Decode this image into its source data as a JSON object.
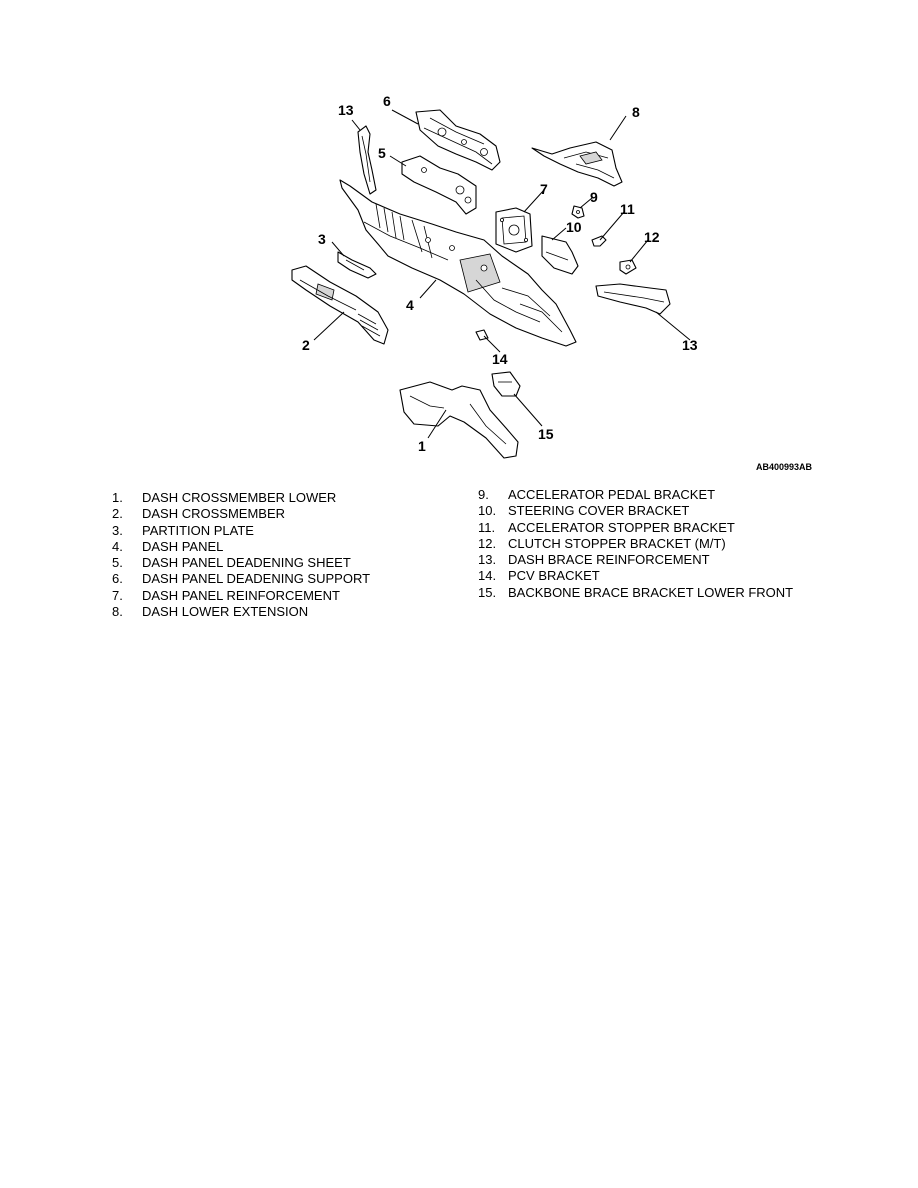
{
  "figure": {
    "id": "AB400993AB",
    "callouts": [
      "13",
      "6",
      "8",
      "5",
      "7",
      "9",
      "11",
      "10",
      "3",
      "12",
      "4",
      "2",
      "13",
      "14",
      "15",
      "1"
    ]
  },
  "legend_left": [
    {
      "num": "1.",
      "label": "DASH CROSSMEMBER LOWER"
    },
    {
      "num": "2.",
      "label": "DASH CROSSMEMBER"
    },
    {
      "num": "3.",
      "label": "PARTITION PLATE"
    },
    {
      "num": "4.",
      "label": "DASH PANEL"
    },
    {
      "num": "5.",
      "label": "DASH PANEL DEADENING SHEET"
    },
    {
      "num": "6.",
      "label": "DASH PANEL DEADENING SUPPORT"
    },
    {
      "num": "7.",
      "label": "DASH PANEL REINFORCEMENT"
    },
    {
      "num": "8.",
      "label": "DASH LOWER EXTENSION"
    }
  ],
  "legend_right": [
    {
      "num": "9.",
      "label": "ACCELERATOR PEDAL BRACKET"
    },
    {
      "num": "10.",
      "label": "STEERING COVER BRACKET"
    },
    {
      "num": "11.",
      "label": "ACCELERATOR STOPPER BRACKET"
    },
    {
      "num": "12.",
      "label": "CLUTCH STOPPER BRACKET (M/T)"
    },
    {
      "num": "13.",
      "label": "DASH BRACE REINFORCEMENT"
    },
    {
      "num": "14.",
      "label": "PCV BRACKET"
    },
    {
      "num": "15.",
      "label": "BACKBONE BRACE BRACKET LOWER FRONT"
    }
  ]
}
